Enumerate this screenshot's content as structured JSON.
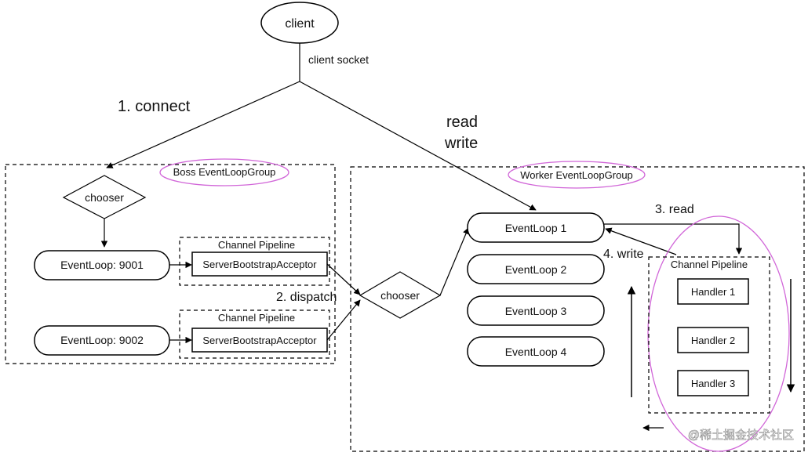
{
  "client": {
    "label": "client",
    "socket_label": "client socket"
  },
  "edges": {
    "connect": "1. connect",
    "read": "read",
    "write": "write",
    "dispatch": "2. dispatch",
    "read3": "3. read",
    "write4": "4. write"
  },
  "boss": {
    "group_label": "Boss EventLoopGroup",
    "chooser": "chooser",
    "loops": [
      {
        "label": "EventLoop: 9001",
        "pipeline_title": "Channel Pipeline",
        "acceptor": "ServerBootstrapAcceptor"
      },
      {
        "label": "EventLoop: 9002",
        "pipeline_title": "Channel Pipeline",
        "acceptor": "ServerBootstrapAcceptor"
      }
    ]
  },
  "worker": {
    "group_label": "Worker EventLoopGroup",
    "chooser": "chooser",
    "loops": [
      "EventLoop 1",
      "EventLoop 2",
      "EventLoop 3",
      "EventLoop 4"
    ],
    "pipeline": {
      "title": "Channel Pipeline",
      "handlers": [
        "Handler 1",
        "Handler 2",
        "Handler 3"
      ]
    }
  },
  "watermark": "@稀土掘金技术社区",
  "colors": {
    "highlight": "#d166d8",
    "stroke": "#000000"
  }
}
